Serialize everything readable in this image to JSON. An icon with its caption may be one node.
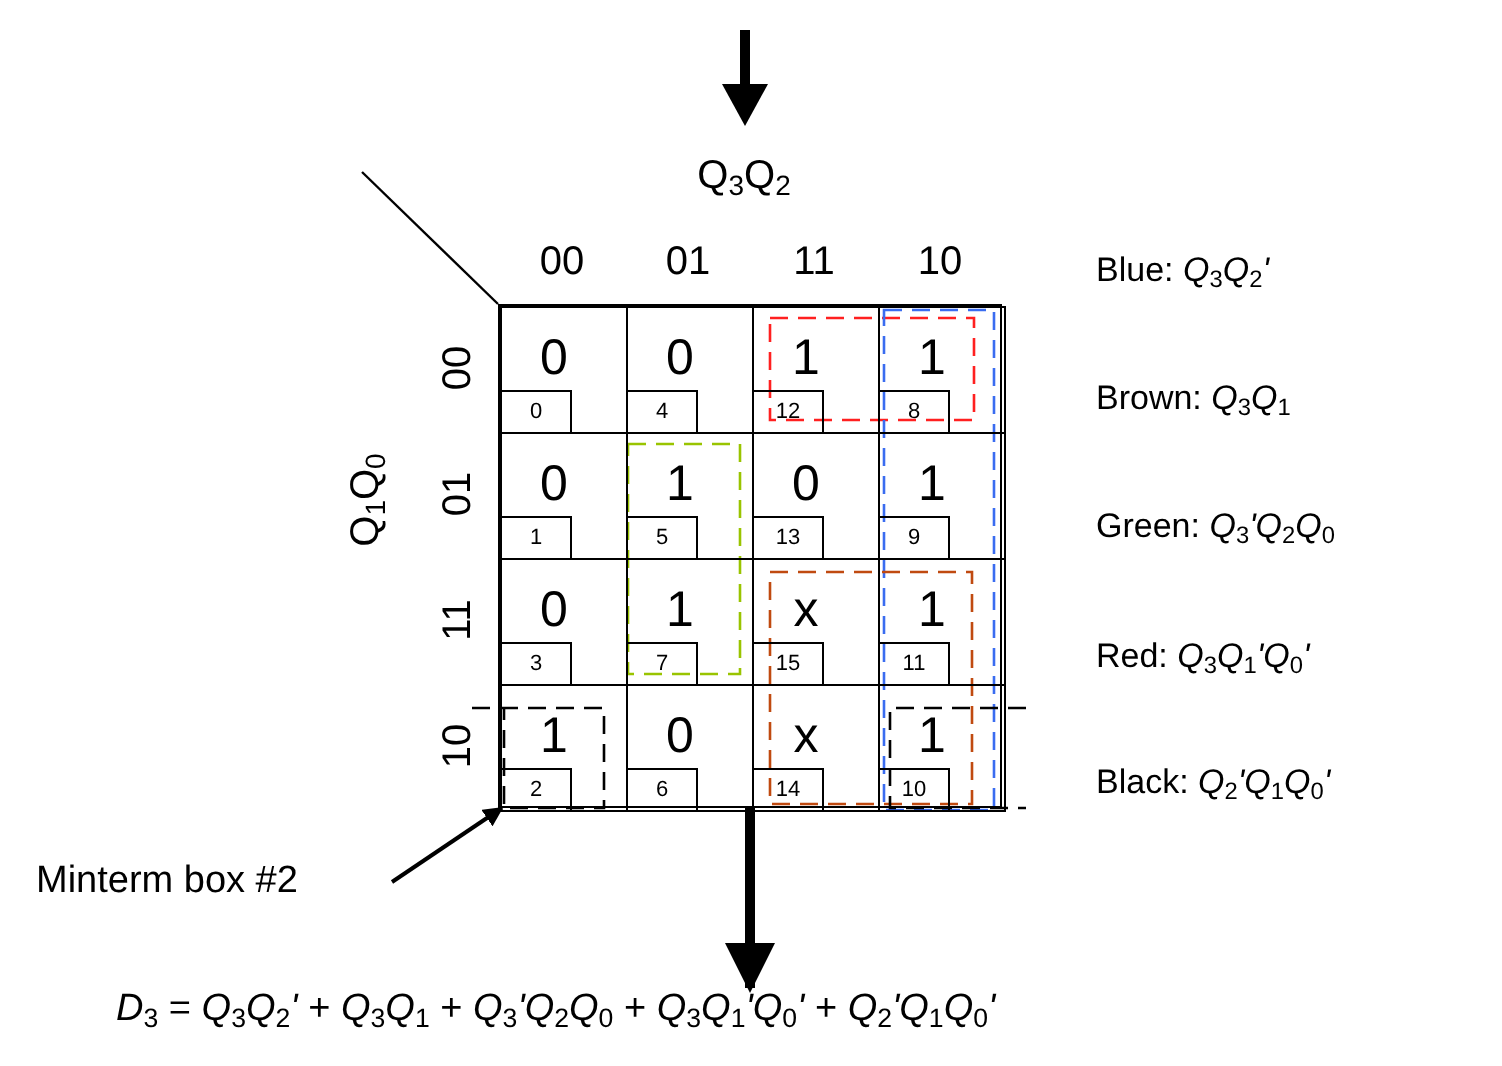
{
  "diagram": {
    "nodes": [
      {
        "text": [],
        "shape": "box"
      },
      {
        "text": [
          "0"
        ],
        "in": 0
      },
      {
        "text": [
          "0"
        ],
        "in": 1
      },
      {
        "text": [
          "0"
        ],
        "in": 0
      },
      {
        "text": [
          "4"
        ],
        "in": 3
      },
      {
        "text": [
          "1"
        ],
        "in": 0
      },
      {
        "text": [
          "12"
        ],
        "in": 5
      },
      {
        "text": [
          "1"
        ],
        "in": 0
      },
      {
        "text": [
          "8"
        ],
        "in": 7
      },
      {
        "text": [
          "0"
        ],
        "in": 0
      },
      {
        "text": [
          "1"
        ],
        "in": 9
      },
      {
        "text": [
          "1"
        ],
        "in": 0
      },
      {
        "text": [
          "5"
        ],
        "in": 11
      },
      {
        "text": [
          "0"
        ],
        "in": 0
      },
      {
        "text": [
          "13"
        ],
        "in": 13
      },
      {
        "text": [
          "1"
        ],
        "in": 0
      },
      {
        "text": [
          "9"
        ],
        "in": 15
      },
      {
        "text": [
          "0"
        ],
        "in": 0
      },
      {
        "text": [
          "3"
        ],
        "in": 17
      },
      {
        "text": [
          "1"
        ],
        "in": 0
      },
      {
        "text": [
          "7"
        ],
        "in": 19
      },
      {
        "text": [
          "x"
        ],
        "in": 0
      },
      {
        "text": [
          "15"
        ],
        "in": 21
      },
      {
        "text": [
          "1"
        ],
        "in": 0
      },
      {
        "text": [
          "11"
        ],
        "in": 23
      },
      {
        "text": [
          "1"
        ],
        "in": 0
      },
      {
        "text": [
          "2"
        ],
        "in": 25
      },
      {
        "text": [
          "0"
        ],
        "in": 0
      },
      {
        "text": [
          "6"
        ],
        "in": 27
      },
      {
        "text": [
          "x"
        ],
        "in": 0
      },
      {
        "text": [
          "14"
        ],
        "in": 29
      },
      {
        "text": [
          "1"
        ],
        "in": 0
      },
      {
        "text": [
          "10"
        ],
        "in": 31
      },
      {
        "text": [
          "Minterm box #2"
        ]
      },
      {
        "text": [
          "*D*$_{3}$ = *Q*$_{3}$*Q*$_{2}$*'* + *Q*$_{3}$*Q*$_{1}$ + *Q*$_{3}$*'Q*$_{2}$*Q*$_{0}$ + *Q*$_{3}$*Q*$_{1}$*'Q*$_{0}$*'* + *Q*$_{2}$*'Q*$_{1}$*Q*$_{0}$*'*"
        ]
      }
    ],
    "edges": [
      {
        "from": 33,
        "to": 26,
        "arrow": "to"
      },
      {
        "from": 0,
        "to": 34,
        "arrow": "to",
        "style": "thick"
      }
    ],
    "labels": [
      "Q$_{3}$Q$_{2}$",
      "00",
      "01",
      "11",
      "10",
      "Q$_{1}$Q$_{0}$",
      "00",
      "01",
      "11",
      "10",
      "Blue: *Q*$_{3}$*Q*$_{2}$*'*",
      "Brown: *Q*$_{3}$*Q*$_{1}$",
      "Green: *Q*$_{3}$*'Q*$_{2}$*Q*$_{0}$",
      "Red: *Q*$_{3}$*Q*$_{1}$*'Q*$_{0}$*'*",
      "Black: *Q*$_{2}$*'Q*$_{1}$*Q*$_{0}$*'*"
    ]
  }
}
